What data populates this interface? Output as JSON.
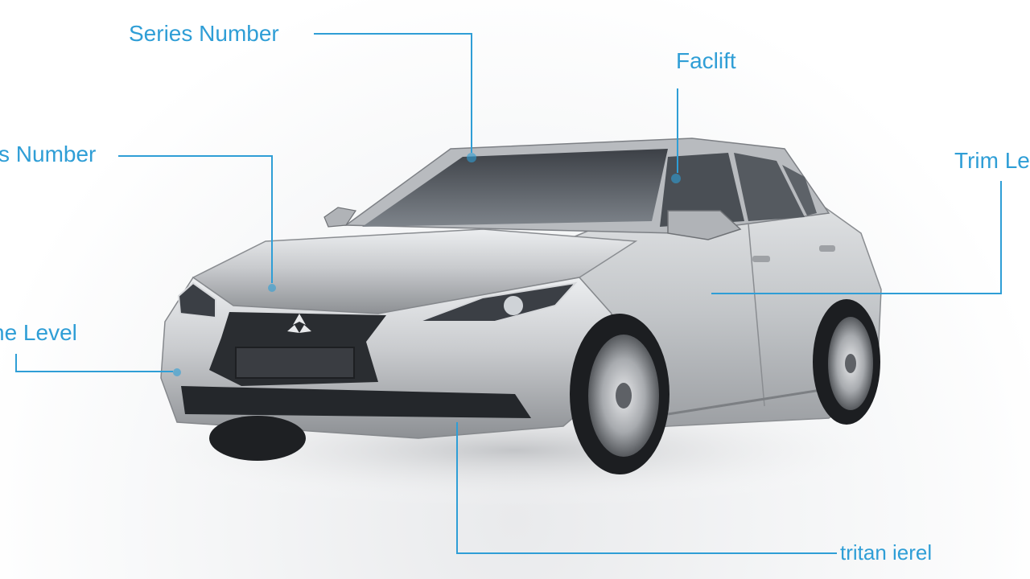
{
  "annotations": {
    "series_number_top": "Series Number",
    "series_number_left": "s Number",
    "facelift": "Faclift",
    "trim_level_right": "Trim Le",
    "line_level_left": "ne Level",
    "trim_level_bottom": "tritan ierel"
  },
  "colors": {
    "callout": "#2f9ed6",
    "car_body": "#c8cacd",
    "background": "#ffffff"
  }
}
